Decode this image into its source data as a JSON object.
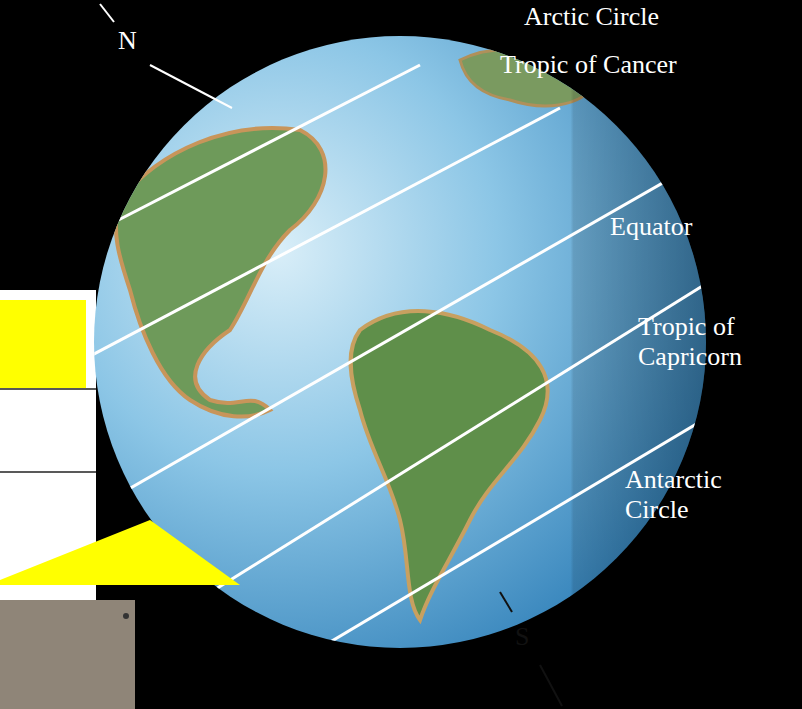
{
  "diagram": {
    "labels": [
      "N",
      "Arctic Circle",
      "Tropic of Cancer",
      "Equator",
      "Tropic of Capricorn",
      "Antarctic Circle",
      "S"
    ]
  }
}
